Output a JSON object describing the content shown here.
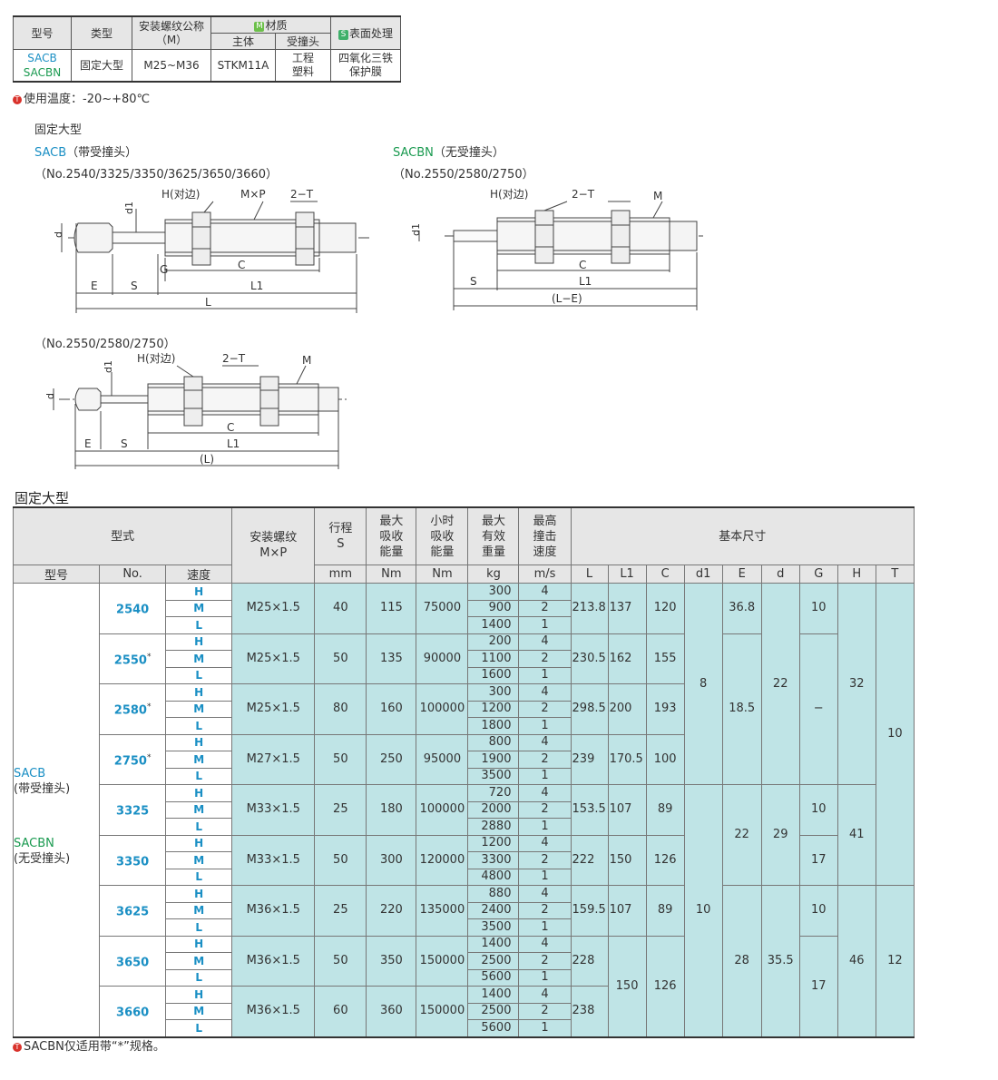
{
  "spec_table": {
    "headers": {
      "model": "型号",
      "type": "类型",
      "thread_line1": "安装螺纹公称",
      "thread_line2": "（M）",
      "material_badge": "M",
      "material": "材质",
      "body": "主体",
      "strike_head": "受撞头",
      "surface_badge": "S",
      "surface": "表面处理"
    },
    "row": {
      "model_1": "SACB",
      "model_2": "SACBN",
      "type": "固定大型",
      "thread": "M25~M36",
      "body": "STKM11A",
      "head_1": "工程",
      "head_2": "塑料",
      "surface_1": "四氧化三铁",
      "surface_2": "保护膜"
    },
    "note_icon": "T",
    "note": "使用温度：-20~+80℃"
  },
  "section_title": "固定大型",
  "diagram1": {
    "title_blue": "SACB",
    "title_rest": "（带受撞头）",
    "nos": "（No.2540/3325/3350/3625/3650/3660）",
    "labels": {
      "H": "H(对边)",
      "MP": "M×P",
      "T": "2−T",
      "d1": "d1",
      "d": "d",
      "G": "G",
      "C": "C",
      "E": "E",
      "S": "S",
      "L1": "L1",
      "L": "L"
    }
  },
  "diagram2": {
    "title_green": "SACBN",
    "title_rest": "（无受撞头）",
    "nos": "（No.2550/2580/2750）",
    "labels": {
      "H": "H(对边)",
      "T": "2−T",
      "M": "M",
      "d1": "d1",
      "C": "C",
      "S": "S",
      "L1": "L1",
      "LE": "(L−E)"
    }
  },
  "diagram3": {
    "nos": "（No.2550/2580/2750）",
    "labels": {
      "H": "H(对边)",
      "T": "2−T",
      "M": "M",
      "d1": "d1",
      "d": "d",
      "C": "C",
      "E": "E",
      "S": "S",
      "L1": "L1",
      "L": "(L)"
    }
  },
  "table_title": "固定大型",
  "main_table": {
    "h_type": "型式",
    "h_thread": [
      "安装螺纹",
      "M×P"
    ],
    "h_stroke": [
      "行程",
      "S"
    ],
    "h_maxabs": [
      "最大",
      "吸收",
      "能量"
    ],
    "h_hourabs": [
      "小时",
      "吸收",
      "能量"
    ],
    "h_maxweight": [
      "最大",
      "有效",
      "重量"
    ],
    "h_maxspeed": [
      "最高",
      "撞击",
      "速度"
    ],
    "h_dims": "基本尺寸",
    "h_model": "型号",
    "h_no": "No.",
    "h_speed": "速度",
    "units": [
      "mm",
      "Nm",
      "Nm",
      "kg",
      "m/s"
    ],
    "dim_cols": [
      "L",
      "L1",
      "C",
      "d1",
      "E",
      "d",
      "G",
      "H",
      "T"
    ],
    "model_1": "SACB",
    "model_1_sub": "(带受撞头)",
    "model_2": "SACBN",
    "model_2_sub": "(无受撞头)",
    "groups": [
      {
        "no": "2540",
        "star": "",
        "thread": "M25×1.5",
        "S": "40",
        "maxabs": "115",
        "hourabs": "75000",
        "weights": [
          "300",
          "900",
          "1400"
        ],
        "L": "213.8",
        "L1": "137",
        "C": "120"
      },
      {
        "no": "2550",
        "star": "*",
        "thread": "M25×1.5",
        "S": "50",
        "maxabs": "135",
        "hourabs": "90000",
        "weights": [
          "200",
          "1100",
          "1600"
        ],
        "L": "230.5",
        "L1": "162",
        "C": "155"
      },
      {
        "no": "2580",
        "star": "*",
        "thread": "M25×1.5",
        "S": "80",
        "maxabs": "160",
        "hourabs": "100000",
        "weights": [
          "300",
          "1200",
          "1800"
        ],
        "L": "298.5",
        "L1": "200",
        "C": "193"
      },
      {
        "no": "2750",
        "star": "*",
        "thread": "M27×1.5",
        "S": "50",
        "maxabs": "250",
        "hourabs": "95000",
        "weights": [
          "800",
          "1900",
          "3500"
        ],
        "L": "239",
        "L1": "170.5",
        "C": "100"
      },
      {
        "no": "3325",
        "star": "",
        "thread": "M33×1.5",
        "S": "25",
        "maxabs": "180",
        "hourabs": "100000",
        "weights": [
          "720",
          "2000",
          "2880"
        ],
        "L": "153.5",
        "L1": "107",
        "C": "89"
      },
      {
        "no": "3350",
        "star": "",
        "thread": "M33×1.5",
        "S": "50",
        "maxabs": "300",
        "hourabs": "120000",
        "weights": [
          "1200",
          "3300",
          "4800"
        ],
        "L": "222",
        "L1": "150",
        "C": "126"
      },
      {
        "no": "3625",
        "star": "",
        "thread": "M36×1.5",
        "S": "25",
        "maxabs": "220",
        "hourabs": "135000",
        "weights": [
          "880",
          "2400",
          "3500"
        ],
        "L": "159.5",
        "L1": "107",
        "C": "89"
      },
      {
        "no": "3650",
        "star": "",
        "thread": "M36×1.5",
        "S": "50",
        "maxabs": "350",
        "hourabs": "150000",
        "weights": [
          "1400",
          "2500",
          "5600"
        ],
        "L": "228",
        "L1": "150",
        "C": "126"
      },
      {
        "no": "3660",
        "star": "",
        "thread": "M36×1.5",
        "S": "60",
        "maxabs": "360",
        "hourabs": "150000",
        "weights": [
          "1400",
          "2500",
          "5600"
        ],
        "L": "238",
        "L1": "",
        "C": ""
      }
    ],
    "speeds": [
      "H",
      "M",
      "L"
    ],
    "vel": [
      "4",
      "2",
      "1"
    ],
    "merged": {
      "d1_a": "8",
      "d1_b": "10",
      "E_a": "36.8",
      "E_b": "18.5",
      "E_c": "22",
      "E_d": "28",
      "d_a": "22",
      "d_b": "29",
      "d_c": "35.5",
      "G_a": "10",
      "G_b": "−",
      "G_c": "10",
      "G_d": "17",
      "G_e": "10",
      "G_f": "17",
      "H_a": "32",
      "H_b": "41",
      "H_c": "46",
      "T_a": "10",
      "T_b": "12"
    }
  },
  "footnote_icon": "T",
  "footnote": "SACBN仅适用带“*”规格。"
}
